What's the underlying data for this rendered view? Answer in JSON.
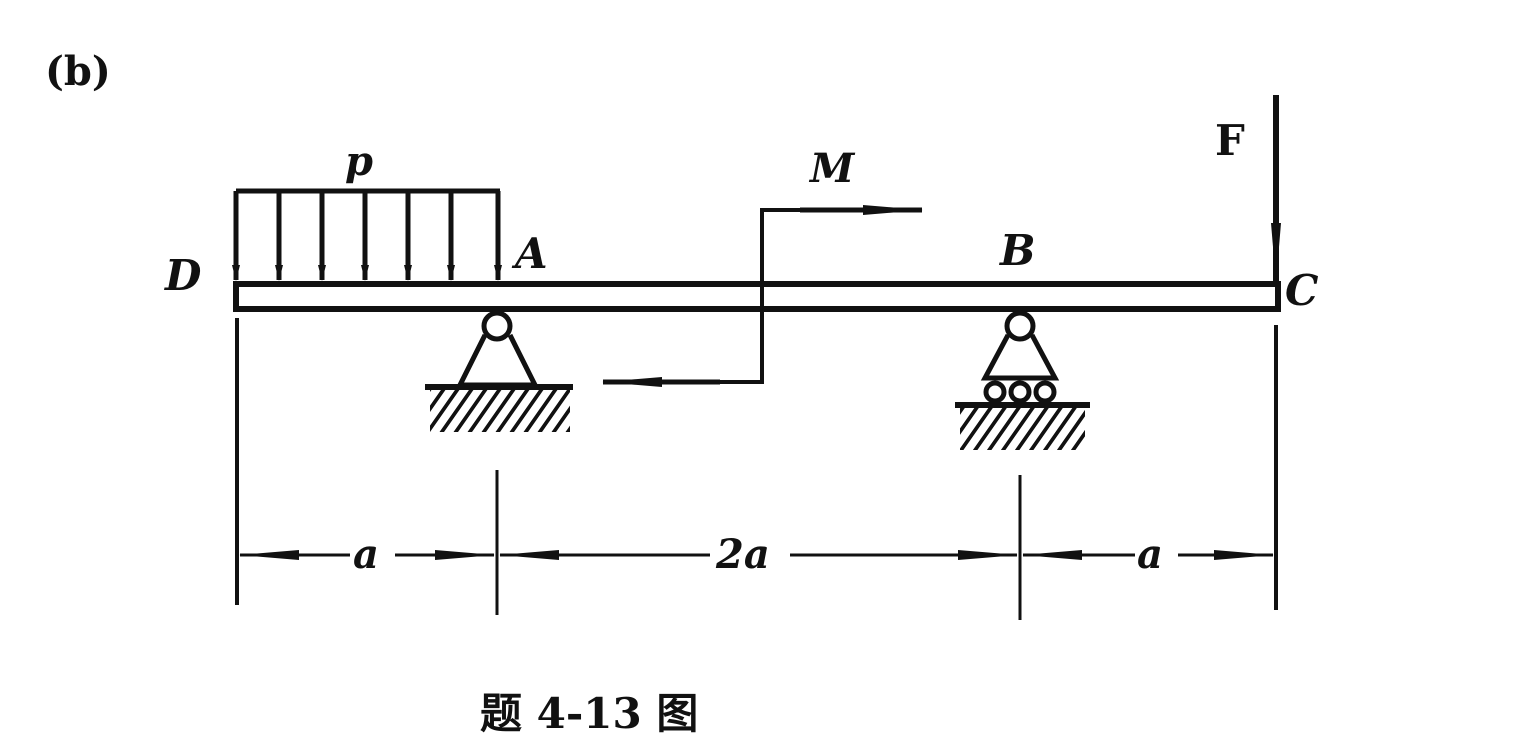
{
  "subfigure_label": "(b)",
  "labels": {
    "distributed_load": "p",
    "moment": "M",
    "force": "F",
    "point_d": "D",
    "point_a": "A",
    "point_b": "B",
    "point_c": "C"
  },
  "dimensions": [
    "a",
    "2a",
    "a"
  ],
  "caption": "题 4-13 图"
}
